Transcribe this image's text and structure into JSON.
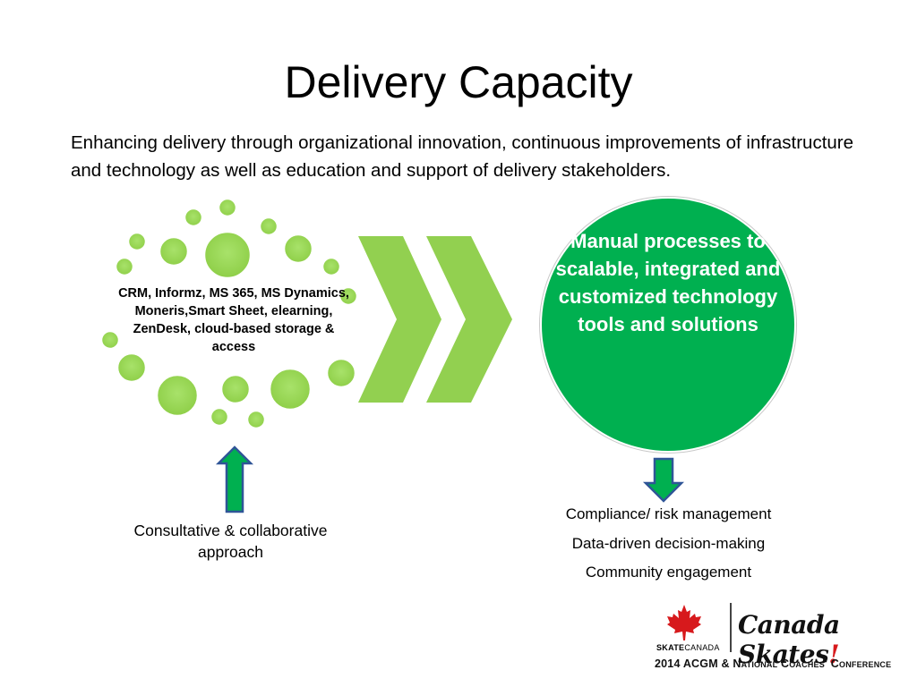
{
  "title": "Delivery Capacity",
  "intro": "Enhancing delivery through organizational innovation, continuous improvements of infrastructure and technology as well as education and support of delivery stakeholders.",
  "cluster": {
    "label": "CRM, Informz, MS 365, MS Dynamics, Moneris,Smart Sheet, elearning, ZenDesk, cloud-based storage & access",
    "color": "#92d050"
  },
  "chevron_color": "#92d050",
  "outcome_circle": {
    "text": "Manual processes to scalable, integrated and customized technology tools and solutions",
    "color": "#00b050"
  },
  "left_caption": "Consultative & collaborative approach",
  "arrow_color": "#00b050",
  "arrow_border": "#2f5597",
  "outcomes": [
    "Compliance/ risk management",
    "Data-driven decision-making",
    "Community engagement"
  ],
  "logo": {
    "brand_bold": "SKATE",
    "brand_thin": "CANADA",
    "script": "Canada Skates",
    "script_mark": "!",
    "conference": "2014 ACGM & National Coaches' Conference",
    "leaf_color": "#d7191c"
  }
}
